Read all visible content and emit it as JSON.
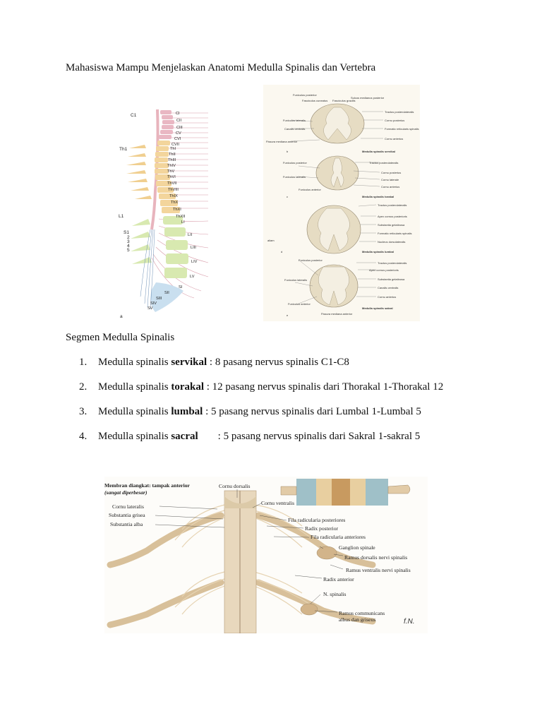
{
  "title": "Mahasiswa Mampu Menjelaskan Anatomi Medulla Spinalis dan Vertebra",
  "section_heading": "Segmen Medulla Spinalis",
  "segments": [
    {
      "num": "1.",
      "prefix": "Medulla spinalis ",
      "bold": "servikal",
      "rest": " : 8 pasang nervus spinalis C1-C8"
    },
    {
      "num": "2.",
      "prefix": "Medulla spinalis ",
      "bold": "torakal",
      "rest": " : 12 pasang nervus spinalis dari Thorakal 1-Thorakal 12"
    },
    {
      "num": "3.",
      "prefix": "Medulla spinalis ",
      "bold": "lumbal",
      "rest": " : 5 pasang nervus spinalis dari Lumbal 1-Lumbal 5"
    },
    {
      "num": "4.",
      "prefix": "Medulla spinalis ",
      "bold": "sacral",
      "rest": ": 5 pasang nervus spinalis dari Sakral 1-sakral 5"
    }
  ],
  "spine_figure": {
    "left_labels": [
      "C1",
      "Th1",
      "L1",
      "S1",
      "2",
      "3",
      "4",
      "5"
    ],
    "vertebra_labels": [
      "CI",
      "CII",
      "CIII",
      "CV",
      "CVI",
      "CVII",
      "ThI",
      "ThII",
      "ThIII",
      "ThIV",
      "ThV",
      "ThVI",
      "ThVII",
      "ThVIII",
      "ThIX",
      "ThX",
      "ThXI",
      "ThXII",
      "LI",
      "LII",
      "LIII",
      "LIV",
      "LV",
      "SI",
      "SII",
      "SIII",
      "SIV",
      "SV"
    ],
    "corner_letter": "a"
  },
  "cross_section_figure": {
    "panels": [
      {
        "letter": "b",
        "caption": "Medulla spinalis servikal",
        "left": [
          "Fasciculus cuneatus",
          "Funiculus lateralis",
          "Canalis centralis",
          "Fissura mediana anterior"
        ],
        "top": [
          "Funiculus posterior",
          "Fasciculus gracilis",
          "Sulcus medianus posterior"
        ],
        "right": [
          "Tractus posterolateralis",
          "Cornu posterius",
          "Formatio reticularis spinalis",
          "Cornu anterius"
        ]
      },
      {
        "letter": "c",
        "caption": "Medulla spinalis torakal",
        "left": [
          "Funiculus posterior",
          "Funiculus lateralis",
          "Funiculus anterior"
        ],
        "right": [
          "Tractus posterolateralis",
          "Cornu posterius",
          "Cornu laterale",
          "Cornu anterius"
        ]
      },
      {
        "letter": "d",
        "caption": "Medulla spinalis lumbal",
        "left": [
          "aliam"
        ],
        "right": [
          "Tractus posterolateralis",
          "Apex cornus posterioris",
          "Substantia gelatinosa",
          "Formatio reticularis spinalis",
          "Nucleus dorsolateralis"
        ]
      },
      {
        "letter": "e",
        "caption": "Medulla spinalis sakral",
        "left": [
          "Funiculus posterior",
          "Funiculus lateralis",
          "Funiculus anterior"
        ],
        "right": [
          "Tractus posterolateralis",
          "Apex cornus posterioris",
          "Substantia gelatinosa",
          "Canalis centralis",
          "Cornu anterius"
        ],
        "bottom": [
          "Fissura mediana anterior"
        ]
      }
    ]
  },
  "cord_figure": {
    "heading": "Membran diangkat: tampak anterior",
    "subheading": "(sangat diperbesar)",
    "left_labels": [
      "Cornu lateralis",
      "Substantia grisea",
      "Substantia alba"
    ],
    "right_labels": [
      "Cornu dorsalis",
      "Cornu ventralis",
      "Fila radicularia posteriores",
      "Radix posterior",
      "Fila radicularia anteriores",
      "Ganglion spinale",
      "Ramus dorsalis nervi spinalis",
      "Ramus ventralis nervi spinalis",
      "Radix anterior",
      "N. spinalis",
      "Ramus communicans",
      "albus dan griseus"
    ],
    "signature": "f.N."
  }
}
